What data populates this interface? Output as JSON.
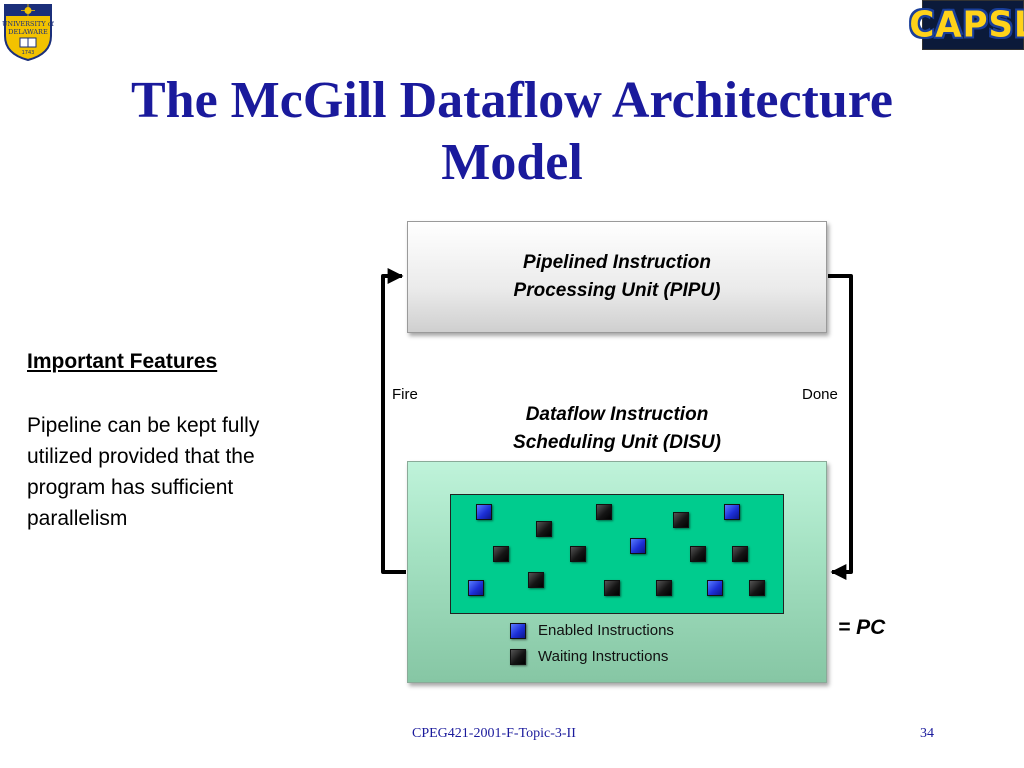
{
  "logos": {
    "left": {
      "name": "University of Delaware",
      "lines": [
        "UNIVERSITY of",
        "DELAWARE"
      ],
      "year": "1743"
    },
    "right": {
      "text": "CAPSL"
    }
  },
  "title": {
    "line1": "The McGill Dataflow Architecture",
    "line2": "Model"
  },
  "features": {
    "heading": "Important Features",
    "body": "Pipeline can be kept fully utilized provided that the program has sufficient parallelism"
  },
  "diagram": {
    "pipu": {
      "line1": "Pipelined Instruction",
      "line2": "Processing Unit (PIPU)"
    },
    "disu": {
      "line1": "Dataflow Instruction",
      "line2": "Scheduling Unit (DISU)"
    },
    "fire_label": "Fire",
    "done_label": "Done",
    "pc_label": "= PC",
    "legend": {
      "enabled": "Enabled Instructions",
      "waiting": "Waiting Instructions"
    },
    "colors": {
      "enabled": "#1c2fd6",
      "waiting": "#111111",
      "pool": "#00cc8e",
      "title": "#1a1a9c"
    }
  },
  "footer": {
    "course": "CPEG421-2001-F-Topic-3-II",
    "page": "34"
  }
}
